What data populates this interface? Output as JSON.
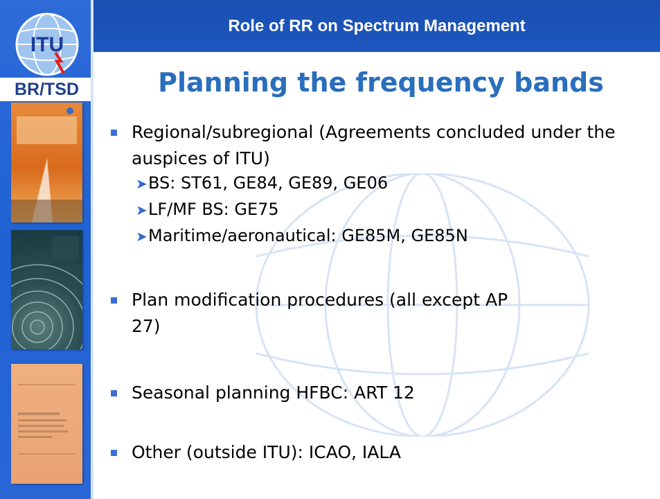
{
  "header": {
    "title": "Role of RR on Spectrum Management"
  },
  "sidebar": {
    "logo_label": "ITU",
    "badge": "BR/TSD",
    "book_icons": [
      "final-acts-book-icon",
      "final-acts-book-icon",
      "final-acts-book-icon"
    ]
  },
  "slide": {
    "title": "Planning the frequency bands",
    "bullets": [
      {
        "text": "Regional/subregional (Agreements concluded under the auspices of ITU)",
        "subitems": [
          "BS: ST61, GE84, GE89, GE06",
          "LF/MF BS: GE75",
          "Maritime/aeronautical: GE85M, GE85N"
        ]
      },
      {
        "text": "Plan modification procedures (all except AP 27)"
      },
      {
        "text": "Seasonal planning HFBC: ART 12"
      },
      {
        "text": "Other (outside ITU): ICAO, IALA"
      }
    ]
  },
  "colors": {
    "header_bg": "#1d56c0",
    "sidebar_bg": "#2a67d6",
    "title": "#2a6ebd",
    "bullet_mark": "#3b6fd0"
  }
}
